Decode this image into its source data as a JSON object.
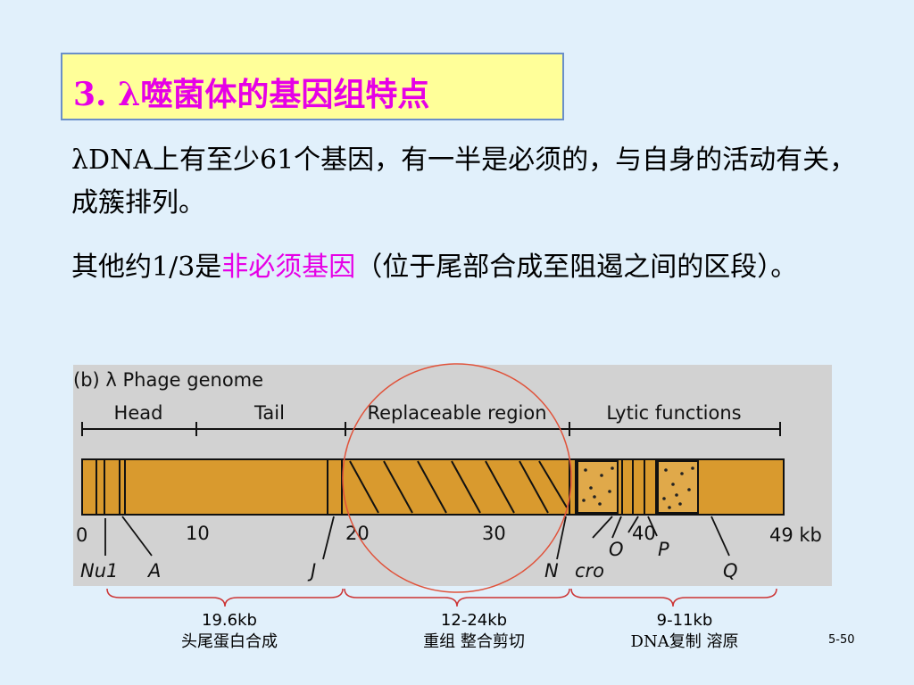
{
  "title": "3. λ噬菌体的基因组特点",
  "paragraphs": {
    "p1": "λDNA上有至少61个基因，有一半是必须的，与自身的活动有关，成簇排列。",
    "p2_prefix": "其他约1/3是",
    "p2_highlight": "非必须基因",
    "p2_suffix": "（位于尾部合成至阻遏之间的区段）。"
  },
  "figure": {
    "heading": "(b) λ Phage genome",
    "regions": [
      "Head",
      "Tail",
      "Replaceable region",
      "Lytic functions"
    ],
    "scale_labels": [
      "0",
      "10",
      "20",
      "30",
      "40",
      "49 kb"
    ],
    "genes": [
      "Nu1",
      "A",
      "J",
      "N",
      "cro",
      "O",
      "P",
      "Q"
    ]
  },
  "captions": [
    {
      "size": "19.6kb",
      "desc": "头尾蛋白合成"
    },
    {
      "size": "12-24kb",
      "desc": "重组 整合剪切"
    },
    {
      "size": "9-11kb",
      "desc": "DNA复制 溶原"
    }
  ],
  "slide_number": "5-50",
  "colors": {
    "title_bg": "#ffff99",
    "title_text": "#e600e6",
    "bar_fill": "#d99a2e",
    "circle": "#e0523a",
    "brace": "#cc3333"
  }
}
